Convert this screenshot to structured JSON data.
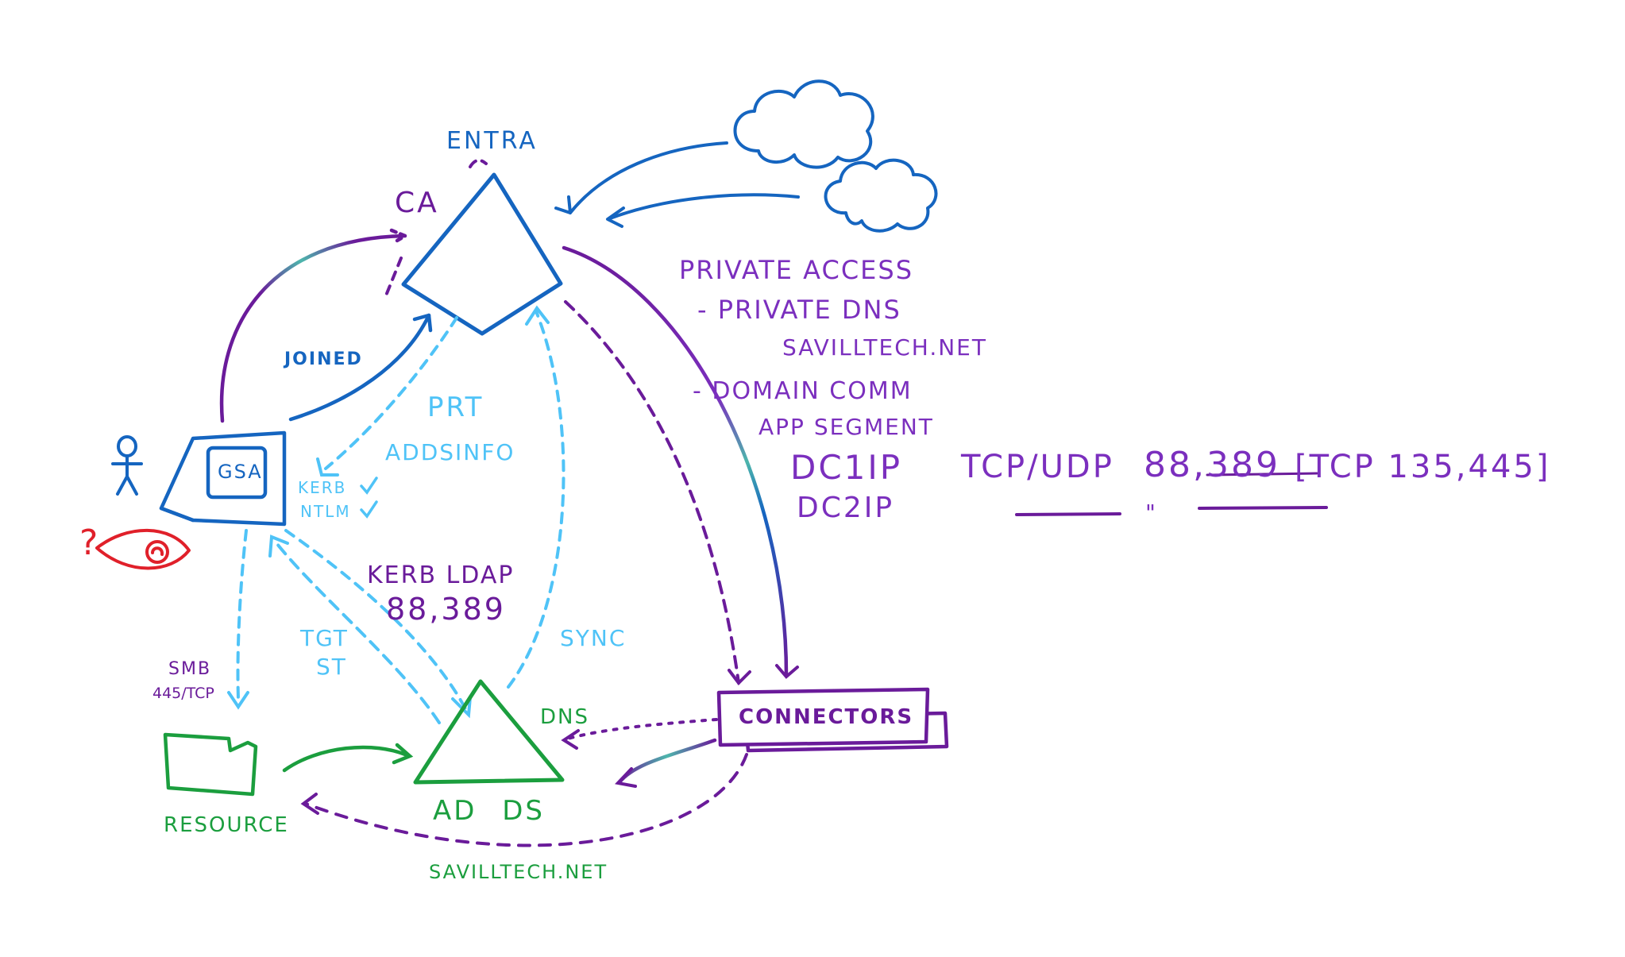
{
  "colors": {
    "blue": "#1565c0",
    "purple": "#6a1b9a",
    "violet": "#7b2fbe",
    "cyan": "#4fc3f7",
    "green": "#1b9e3e",
    "red": "#e0202a",
    "teal": "#4db6ac"
  },
  "icons": {
    "user": "person-stick-figure-icon",
    "eye": "eye-icon",
    "cloud": "cloud-icon",
    "laptop": "laptop-icon"
  },
  "labels": {
    "entra": "ENTRA",
    "ca": "CA",
    "joined": "JOINED",
    "gsa": "GSA",
    "prt": "PRT",
    "addsinfo": "ADDSINFO",
    "kerb_check": "KERB",
    "ntlm_check": "NTLM",
    "kerb_ldap": "KERB LDAP",
    "kerb_ldap_ports": "88,389",
    "tgt": "TGT",
    "st": "ST",
    "sync": "SYNC",
    "smb": "SMB",
    "smb_port": "445/TCP",
    "dns": "DNS",
    "ad_ds": "AD DS",
    "resource": "RESOURCE",
    "connectors": "CONNECTORS",
    "domain_bottom": "SAVILLTECH.NET",
    "question": "?"
  },
  "notes": {
    "private_access": "PRIVATE ACCESS",
    "private_dns": "- PRIVATE DNS",
    "private_dns_domain": "SAVILLTECH.NET",
    "domain_comm": "- DOMAIN COMM",
    "app_segment": "APP SEGMENT",
    "dc1": "DC1IP",
    "dc2": "DC2IP",
    "protocol": "TCP/UDP",
    "ports": "88,389",
    "extra_ports": "[TCP 135,445]",
    "ditto": "\""
  }
}
